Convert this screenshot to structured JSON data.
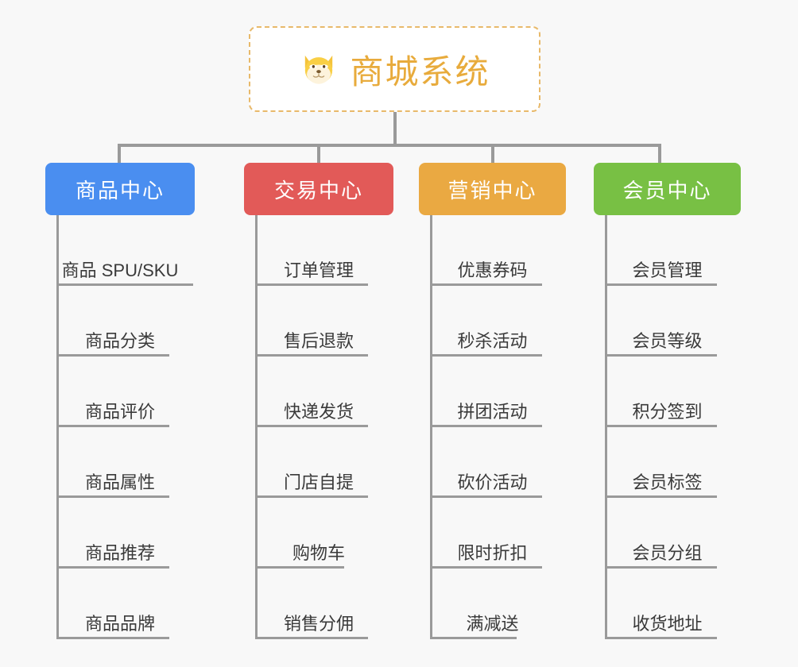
{
  "diagram": {
    "title": "商城系统",
    "type": "org-chart",
    "background_color": "#f8f8f8",
    "connector_color": "#9a9a9a"
  },
  "root": {
    "label": "商城系统",
    "icon": "shiba-dog-icon",
    "text_color": "#e8ab3c",
    "border_color": "#e8b96a",
    "background_color": "#ffffff"
  },
  "branches": [
    {
      "label": "商品中心",
      "color": "#4a8ef0",
      "items": [
        "商品 SPU/SKU",
        "商品分类",
        "商品评价",
        "商品属性",
        "商品推荐",
        "商品品牌"
      ]
    },
    {
      "label": "交易中心",
      "color": "#e25a58",
      "items": [
        "订单管理",
        "售后退款",
        "快递发货",
        "门店自提",
        "购物车",
        "销售分佣"
      ]
    },
    {
      "label": "营销中心",
      "color": "#eaa942",
      "items": [
        "优惠券码",
        "秒杀活动",
        "拼团活动",
        "砍价活动",
        "限时折扣",
        "满减送"
      ]
    },
    {
      "label": "会员中心",
      "color": "#78c044",
      "items": [
        "会员管理",
        "会员等级",
        "积分签到",
        "会员标签",
        "会员分组",
        "收货地址"
      ]
    }
  ]
}
